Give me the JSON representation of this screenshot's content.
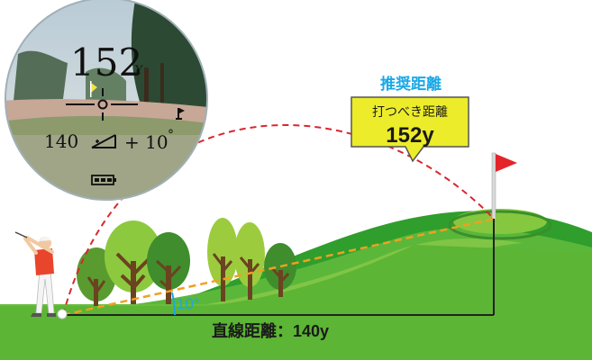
{
  "viewfinder": {
    "distance_value": "152",
    "distance_unit": "Y",
    "line_distance": "140",
    "slope_value": "+ 10",
    "degree_symbol": "°"
  },
  "recommend": {
    "title": "推奨距離",
    "subtitle": "打つべき距離",
    "distance": "152y"
  },
  "angle_label": "10°",
  "straight_distance_label": "直線距離：140y",
  "colors": {
    "accent_blue": "#19a8e8",
    "callout_fill": "#ecec2a",
    "trajectory_red": "#d7282f",
    "line_orange": "#f0a020",
    "grass_dark": "#2f9e2c",
    "grass_light": "#7dc242",
    "flag_red": "#e3242b"
  },
  "icons": [
    "slope-icon",
    "battery-icon",
    "flag-icon",
    "crosshair-icon"
  ]
}
